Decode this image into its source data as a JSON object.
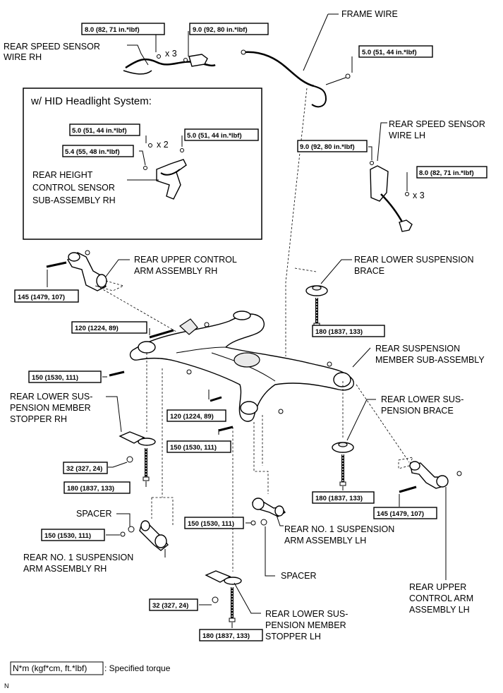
{
  "labels": {
    "frame_wire": "FRAME WIRE",
    "speed_rh_1": "REAR SPEED SENSOR",
    "speed_rh_2": "WIRE RH",
    "hid_title": "w/ HID Headlight System:",
    "height_1": "REAR HEIGHT",
    "height_2": "CONTROL SENSOR",
    "height_3": "SUB-ASSEMBLY RH",
    "speed_lh_1": "REAR SPEED SENSOR",
    "speed_lh_2": "WIRE LH",
    "uca_rh_1": "REAR UPPER CONTROL",
    "uca_rh_2": "ARM ASSEMBLY RH",
    "lsb_top_1": "REAR LOWER SUSPENSION",
    "lsb_top_2": "BRACE",
    "member_1": "REAR SUSPENSION",
    "member_2": "MEMBER SUB-ASSEMBLY",
    "stop_rh_1": "REAR LOWER SUS-",
    "stop_rh_2": "PENSION MEMBER",
    "stop_rh_3": "STOPPER RH",
    "lsb_mid_1": "REAR LOWER SUS-",
    "lsb_mid_2": "PENSION BRACE",
    "spacer_rh": "SPACER",
    "arm1_rh_1": "REAR NO. 1 SUSPENSION",
    "arm1_rh_2": "ARM ASSEMBLY RH",
    "arm1_lh_1": "REAR NO. 1 SUSPENSION",
    "arm1_lh_2": "ARM ASSEMBLY LH",
    "spacer_lh": "SPACER",
    "uca_lh_1": "REAR UPPER",
    "uca_lh_2": "CONTROL ARM",
    "uca_lh_3": "ASSEMBLY LH",
    "stop_lh_1": "REAR LOWER SUS-",
    "stop_lh_2": "PENSION MEMBER",
    "stop_lh_3": "STOPPER LH",
    "legend_box": "N*m (kgf*cm, ft.*lbf)",
    "legend_text": ": Specified torque",
    "corner_mark": "N"
  },
  "quantities": {
    "x3_rh": "x 3",
    "x2_hid": "x 2",
    "x3_lh": "x 3"
  },
  "torques": {
    "t01": "8.0 (82, 71 in.*lbf)",
    "t02": "9.0 (92, 80 in.*lbf)",
    "t03": "5.0 (51, 44 in.*lbf)",
    "t04": "5.0 (51, 44 in.*lbf)",
    "t05": "5.0 (51, 44 in.*lbf)",
    "t06": "5.4 (55, 48 in.*lbf)",
    "t07": "9.0 (92, 80 in.*lbf)",
    "t08": "8.0 (82, 71 in.*lbf)",
    "t09": "145 (1479, 107)",
    "t10": "120 (1224, 89)",
    "t11": "180 (1837, 133)",
    "t12": "150 (1530, 111)",
    "t13": "120 (1224, 89)",
    "t14": "150 (1530, 111)",
    "t15": "32 (327, 24)",
    "t16": "180 (1837, 133)",
    "t17": "180 (1837, 133)",
    "t18": "145 (1479, 107)",
    "t19": "150 (1530, 111)",
    "t20": "150 (1530, 111)",
    "t21": "32 (327, 24)",
    "t22": "180 (1837, 133)"
  }
}
